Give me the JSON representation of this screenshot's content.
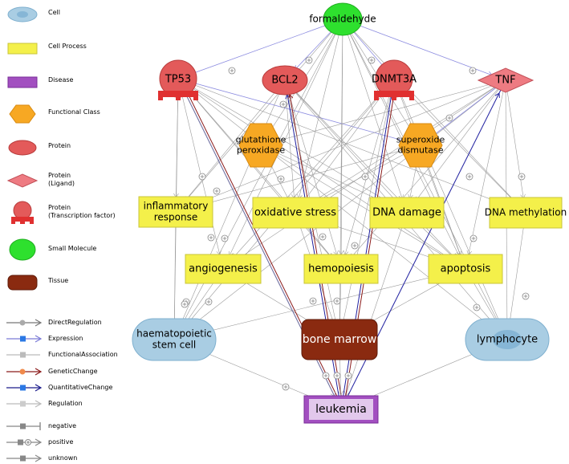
{
  "legend": {
    "nodes": [
      {
        "label": "Cell",
        "icon": "cell-icon"
      },
      {
        "label": "Cell Process",
        "icon": "cell-process-icon"
      },
      {
        "label": "Disease",
        "icon": "disease-icon"
      },
      {
        "label": "Functional Class",
        "icon": "functional-class-icon"
      },
      {
        "label": "Protein",
        "icon": "protein-icon"
      },
      {
        "label": "Protein\n(Ligand)",
        "icon": "protein-ligand-icon"
      },
      {
        "label": "Protein\n(Transcription factor)",
        "icon": "transcription-factor-icon"
      },
      {
        "label": "Small Molecule",
        "icon": "small-molecule-icon"
      },
      {
        "label": "Tissue",
        "icon": "tissue-icon"
      }
    ],
    "edges": [
      {
        "label": "DirectRegulation",
        "color": "#777777",
        "marker": "circle"
      },
      {
        "label": "Expression",
        "color": "#7b7bd6",
        "marker": "square-blue"
      },
      {
        "label": "FunctionalAssociation",
        "color": "#bbbbbb",
        "marker": "square"
      },
      {
        "label": "GeneticChange",
        "color": "#8b1a1a",
        "marker": "circle-orange"
      },
      {
        "label": "QuantitativeChange",
        "color": "#1a1a8b",
        "marker": "square-blue"
      },
      {
        "label": "Regulation",
        "color": "#bbbbbb",
        "marker": "square"
      }
    ],
    "effects": [
      {
        "label": "negative"
      },
      {
        "label": "positive"
      },
      {
        "label": "unknown"
      }
    ]
  },
  "nodes": {
    "formaldehyde": "formaldehyde",
    "tp53": "TP53",
    "bcl2": "BCL2",
    "dnmt3a": "DNMT3A",
    "tnf": "TNF",
    "glutathione": "glutathione\nperoxidase",
    "superoxide": "superoxide\ndismutase",
    "inflammatory": "inflammatory\nresponse",
    "oxidative": "oxidative stress",
    "dna_damage": "DNA damage",
    "dna_methylation": "DNA methylation",
    "angiogenesis": "angiogenesis",
    "hemopoiesis": "hemopoiesis",
    "apoptosis": "apoptosis",
    "haematopoietic": "haematopoietic\nstem cell",
    "bone_marrow": "bone marrow",
    "lymphocyte": "lymphocyte",
    "leukemia": "leukemia"
  },
  "colors": {
    "cell_fill": "#a9cde3",
    "process_fill": "#f4f04a",
    "disease_fill": "#a24fc0",
    "functional_fill": "#f7a823",
    "protein_fill": "#e35a5a",
    "small_molecule_fill": "#2ee02e",
    "tissue_fill": "#8a2a10",
    "edge_gray": "#9a9a9a",
    "edge_blue": "#2020a0",
    "edge_red": "#8b1a1a"
  }
}
